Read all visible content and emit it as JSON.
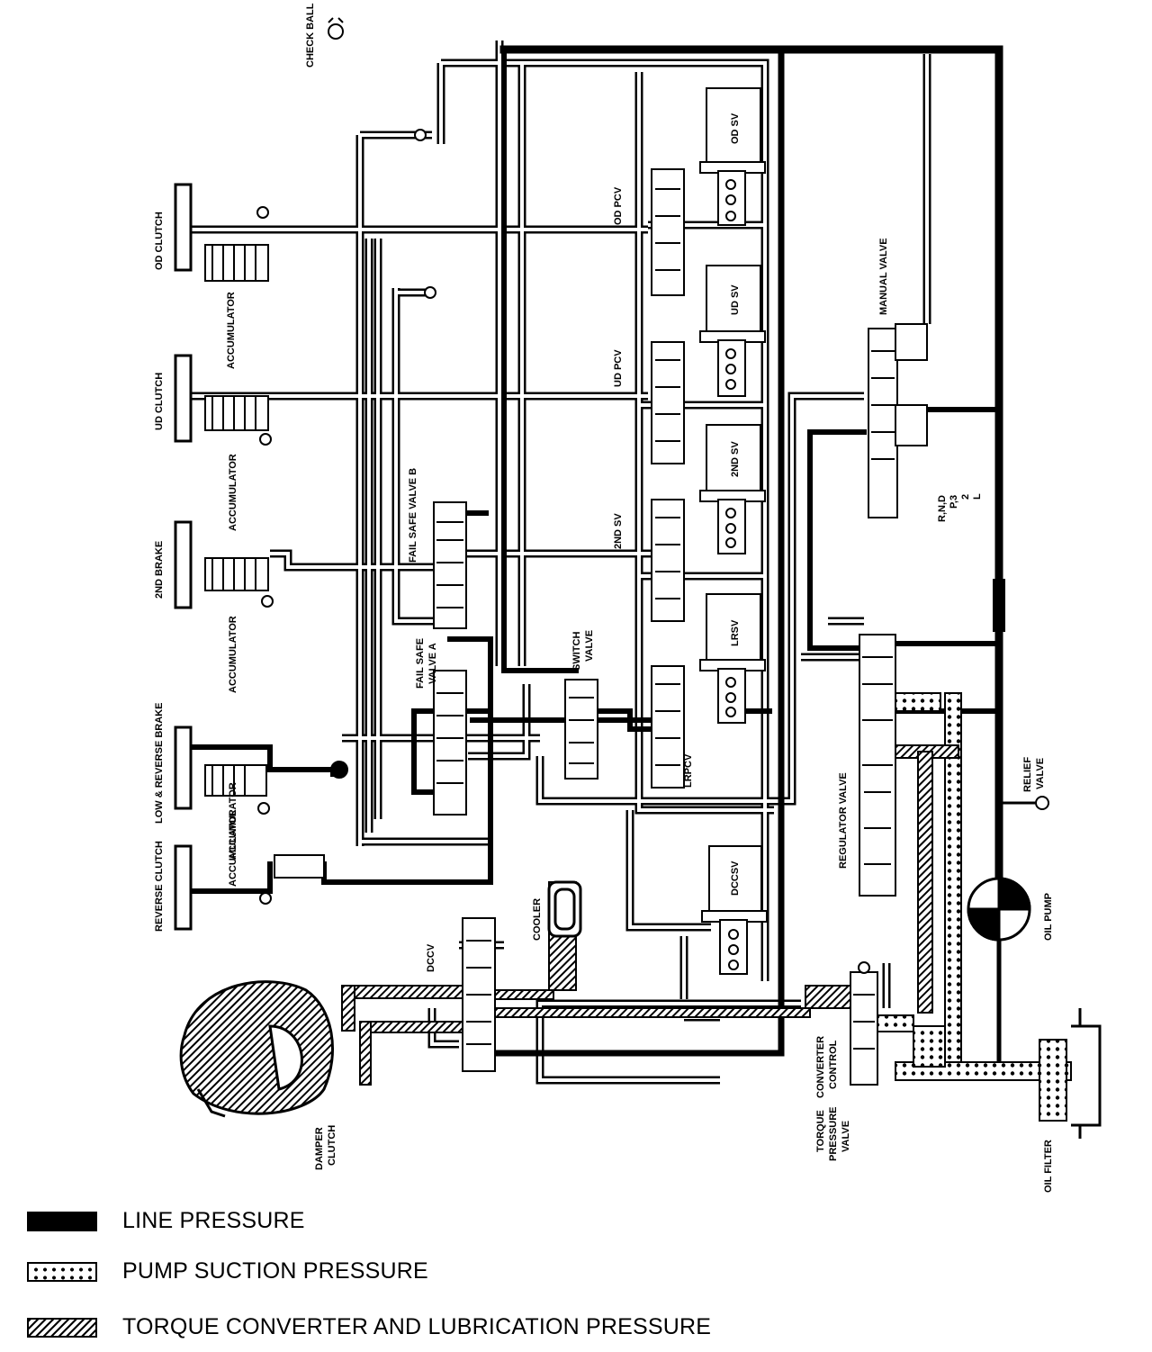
{
  "components": {
    "check_ball": "CHECK BALL",
    "od_clutch": "OD CLUTCH",
    "ud_clutch": "UD CLUTCH",
    "brake_2nd": "2ND BRAKE",
    "low_reverse_brake": "LOW & REVERSE BRAKE",
    "reverse_clutch": "REVERSE CLUTCH",
    "accumulator": "ACCUMULATOR",
    "fail_safe_b": "FAIL SAFE VALVE B",
    "fail_safe_a_1": "FAIL SAFE",
    "fail_safe_a_2": "VALVE A",
    "switch_valve_1": "SWITCH",
    "switch_valve_2": "VALVE",
    "od_pcv": "OD PCV",
    "ud_pcv": "UD PCV",
    "sv_2nd": "2ND SV",
    "lrpcv": "LRPCV",
    "od_sv": "OD SV",
    "ud_sv": "UD SV",
    "sv_2nd_sol": "2ND SV",
    "lrsv": "LRSV",
    "dccsv": "DCCSV",
    "manual_valve": "MANUAL VALVE",
    "range_1": "R,N,D",
    "range_2": "P,3",
    "range_3": "2",
    "range_4": "L",
    "regulator_valve": "REGULATOR VALVE",
    "relief_1": "RELIEF",
    "relief_2": "VALVE",
    "oil_pump": "OIL PUMP",
    "oil_filter": "OIL FILTER",
    "cooler": "COOLER",
    "dccv": "DCCV",
    "damper_1": "DAMPER",
    "damper_2": "CLUTCH",
    "tcc_1": "TORQUE",
    "tcc_2": "PRESSURE",
    "tcc_3": "VALVE",
    "conv_1": "CONVERTER",
    "conv_2": "CONTROL"
  },
  "legend": {
    "line_pressure": "LINE PRESSURE",
    "pump_suction": "PUMP SUCTION PRESSURE",
    "torque_converter": "TORQUE CONVERTER AND LUBRICATION PRESSURE"
  },
  "colors": {
    "ink": "#000000",
    "paper": "#ffffff"
  }
}
